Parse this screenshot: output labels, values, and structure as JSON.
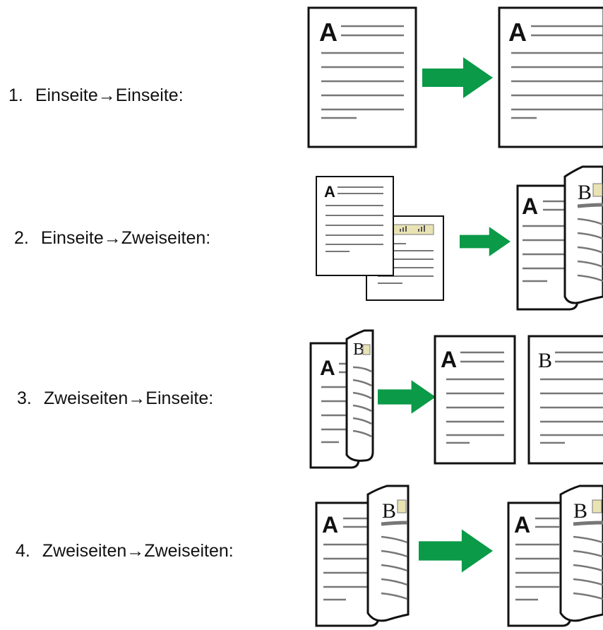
{
  "rows": [
    {
      "num": "1.",
      "text": "Einseite→Einseite:"
    },
    {
      "num": "2.",
      "text": "Einseite→Zweiseiten:"
    },
    {
      "num": "3.",
      "text": "Zweiseiten→Einseite:"
    },
    {
      "num": "4.",
      "text": "Zweiseiten→Zweiseiten:"
    }
  ],
  "glyphs": {
    "a": "A",
    "b": "B"
  },
  "colors": {
    "arrow": "#0a9a48",
    "line": "#777777",
    "ink": "#111111",
    "chart": "#e9e3b4"
  }
}
